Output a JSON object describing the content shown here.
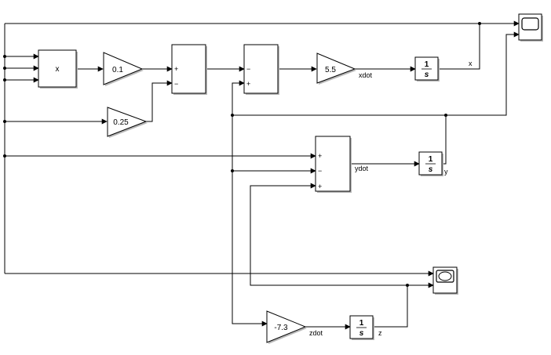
{
  "blocks": {
    "fcn": {
      "label": "x"
    },
    "gain1": {
      "value": "0.1"
    },
    "gain2": {
      "value": "0.25"
    },
    "gain3": {
      "value": "5.5"
    },
    "gain4": {
      "value": "-7.3"
    },
    "int_x": {
      "num": "1",
      "den": "s"
    },
    "int_y": {
      "num": "1",
      "den": "s"
    },
    "int_z": {
      "num": "1",
      "den": "s"
    },
    "sum1": {
      "signs": [
        "+",
        "−"
      ]
    },
    "sum2": {
      "signs": [
        "−",
        "+"
      ]
    },
    "sum3": {
      "signs": [
        "+",
        "−",
        "+"
      ]
    }
  },
  "signals": {
    "xdot": "xdot",
    "x": "x",
    "ydot": "ydot",
    "y": "y",
    "zdot": "zdot",
    "z": "z"
  }
}
